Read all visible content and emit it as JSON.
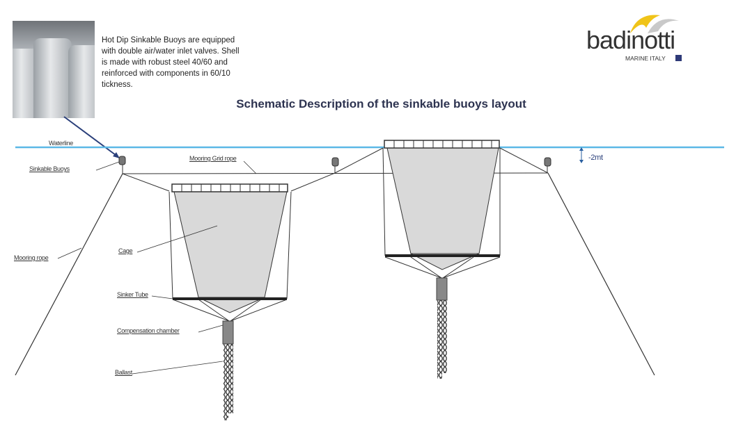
{
  "description": "Hot Dip Sinkable Buoys are equipped with double air/water inlet valves. Shell is made with robust steel 40/60 and reinforced with components in 60/10 tickness.",
  "logo": {
    "name": "badinotti",
    "subtitle": "MARINE ITALY"
  },
  "title": "Schematic Description of the sinkable buoys layout",
  "labels": {
    "waterline": "Waterline",
    "sinkable_buoys": "Sinkable Buoys",
    "mooring_grid_rope": "Mooring Grid rope",
    "mooring_rope": "Mooring rope",
    "cage": "Cage",
    "sinker_tube": "Sinker Tube",
    "compensation_chamber": "Compensation chamber",
    "ballast": "Ballast",
    "depth": "-2mt"
  },
  "colors": {
    "waterline": "#5bb8e6",
    "cage_fill": "#d9d9d9",
    "title": "#2d3350",
    "logo_arc": "#f0c419",
    "logo_square": "#2e3a78",
    "arrow": "#2a3f7a"
  }
}
